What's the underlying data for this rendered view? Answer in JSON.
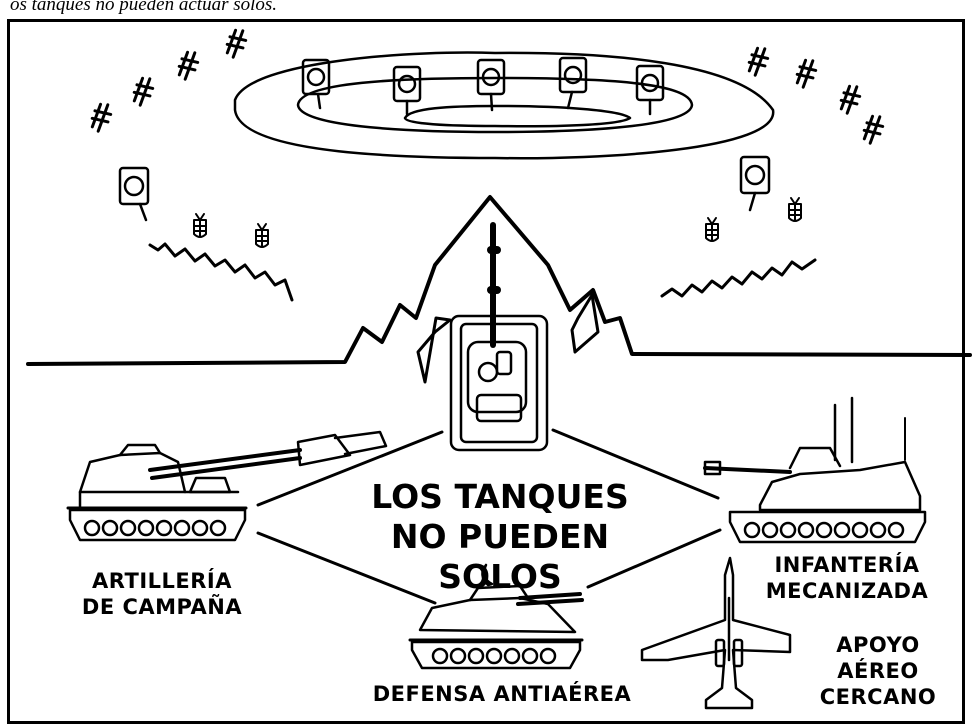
{
  "caption": "os tanques no pueden actuar solos.",
  "center_title": {
    "line1": "LOS TANQUES",
    "line2": "NO PUEDEN SOLOS"
  },
  "units": {
    "artillery": {
      "line1": "ARTILLERÍA",
      "line2": "DE CAMPAÑA"
    },
    "infantry": {
      "line1": "INFANTERÍA",
      "line2": "MECANIZADA"
    },
    "air_defense": {
      "line1": "DEFENSA ANTIAÉREA"
    },
    "air_support": {
      "line1": "APOYO",
      "line2": "AÉREO",
      "line3": "CERCANO"
    }
  }
}
